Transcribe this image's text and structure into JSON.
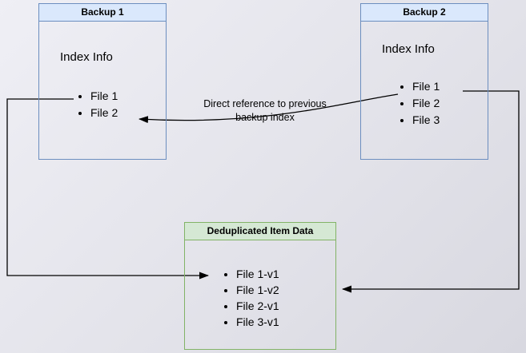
{
  "diagram": {
    "backup1": {
      "title": "Backup 1",
      "subtitle": "Index Info",
      "items": [
        "File 1",
        "File 2"
      ]
    },
    "backup2": {
      "title": "Backup 2",
      "subtitle": "Index Info",
      "items": [
        "File 1",
        "File 2",
        "File 3"
      ]
    },
    "dedup": {
      "title": "Deduplicated Item Data",
      "items": [
        "File 1-v1",
        "File 1-v2",
        "File 2-v1",
        "File 3-v1"
      ]
    },
    "annotation": "Direct reference to previous backup index",
    "colors": {
      "blue_fill": "#dae8fc",
      "blue_border": "#6c8ebf",
      "green_fill": "#d5e8d4",
      "green_border": "#82b366",
      "line": "#000000"
    }
  }
}
